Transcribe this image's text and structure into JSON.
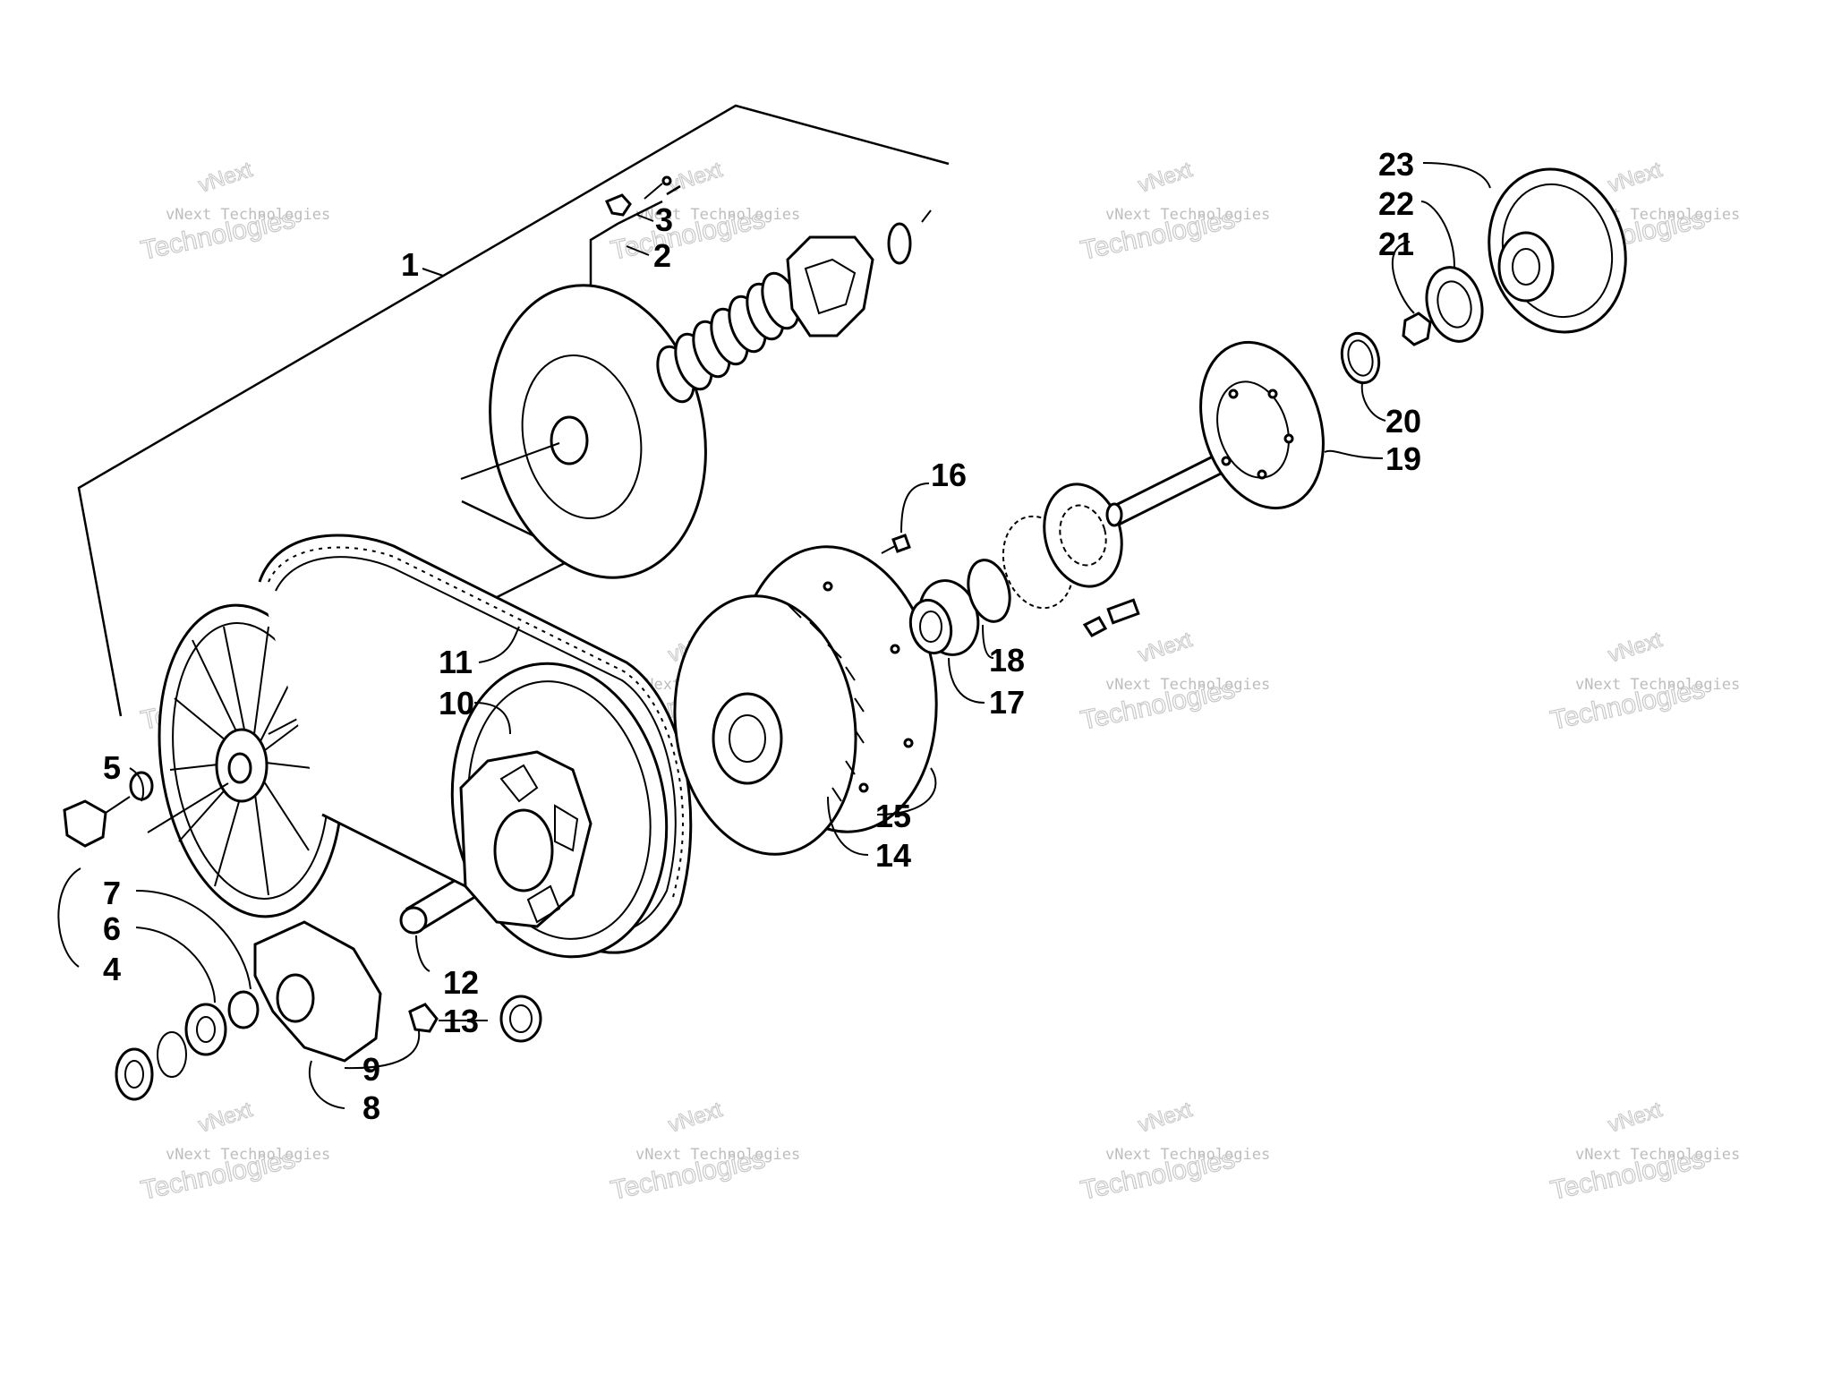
{
  "diagram": {
    "callouts": [
      {
        "number": "1"
      },
      {
        "number": "2"
      },
      {
        "number": "3"
      },
      {
        "number": "4"
      },
      {
        "number": "5"
      },
      {
        "number": "6"
      },
      {
        "number": "7"
      },
      {
        "number": "8"
      },
      {
        "number": "9"
      },
      {
        "number": "10"
      },
      {
        "number": "11"
      },
      {
        "number": "12"
      },
      {
        "number": "13"
      },
      {
        "number": "14"
      },
      {
        "number": "15"
      },
      {
        "number": "16"
      },
      {
        "number": "17"
      },
      {
        "number": "18"
      },
      {
        "number": "19"
      },
      {
        "number": "20"
      },
      {
        "number": "21"
      },
      {
        "number": "22"
      },
      {
        "number": "23"
      }
    ],
    "watermark": {
      "line1": "vNext",
      "line2": "vNext Technologies",
      "line3": "Technologies"
    }
  }
}
